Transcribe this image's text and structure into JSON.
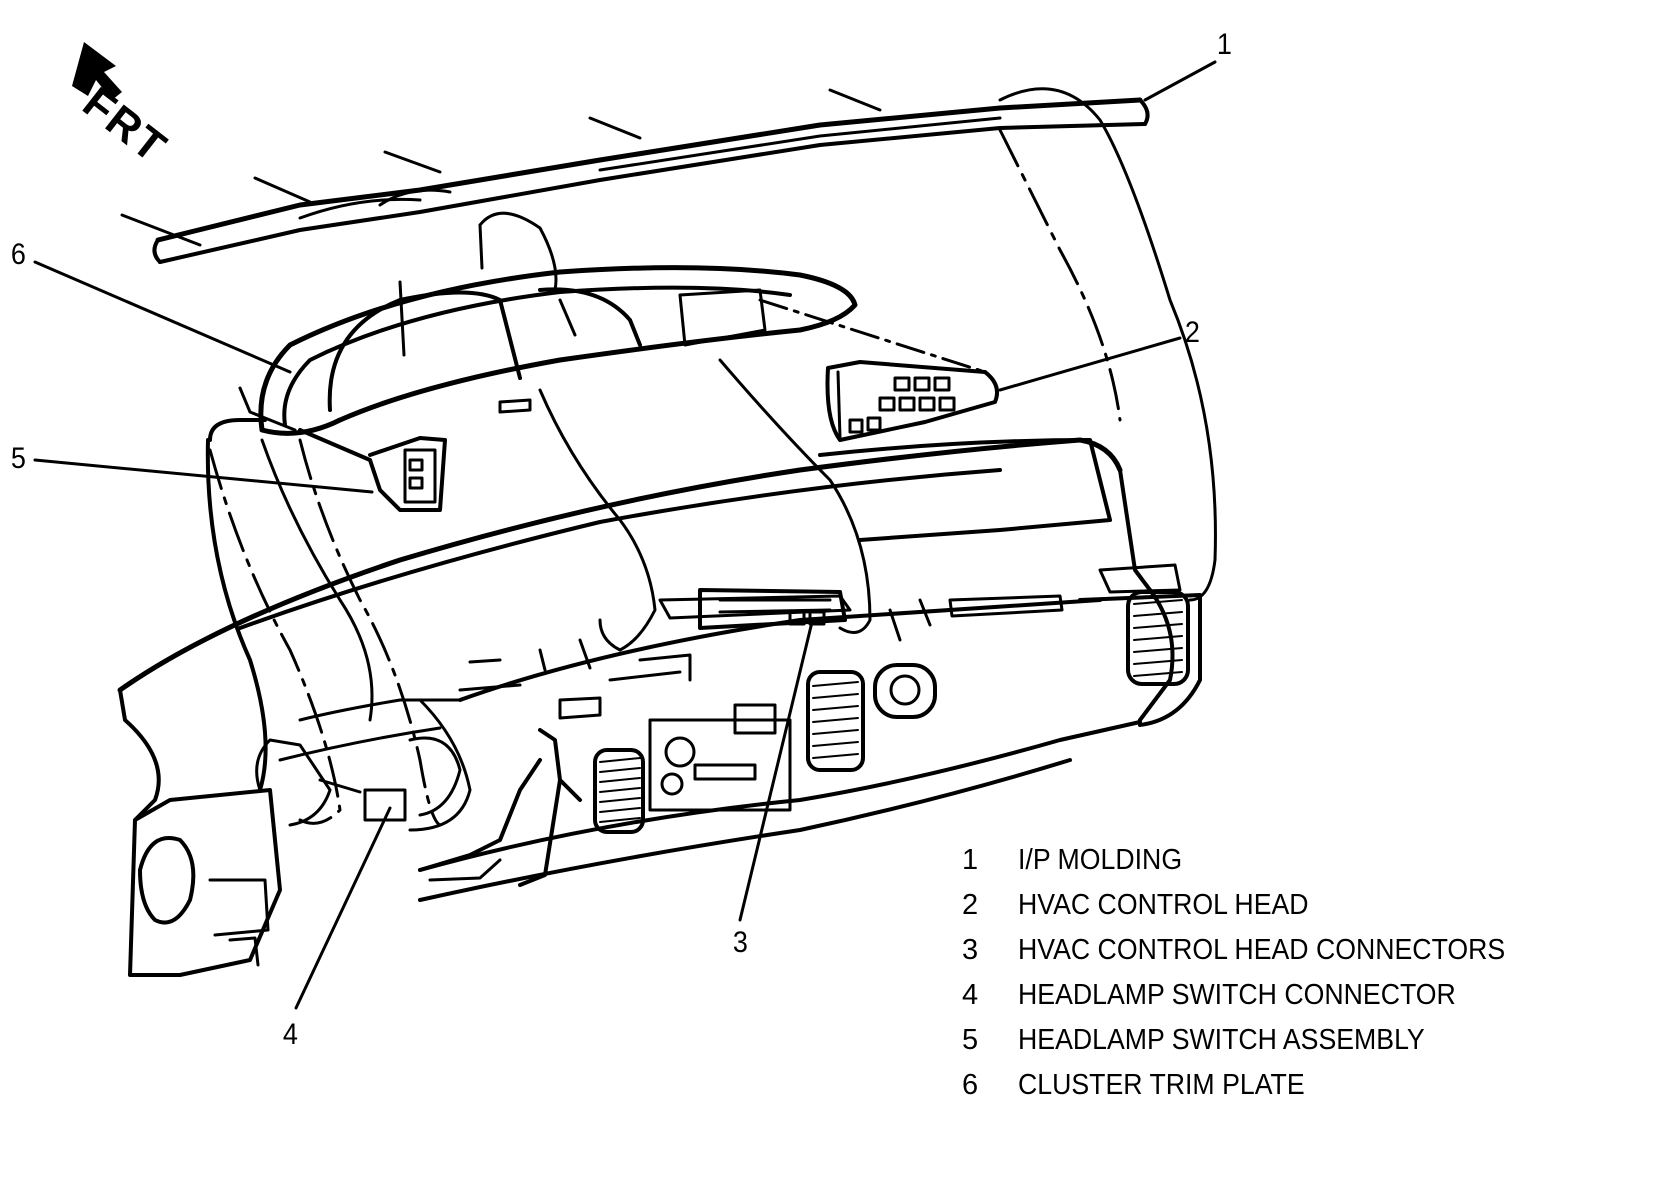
{
  "direction_label": "FRT",
  "callouts": [
    {
      "id": "c1",
      "number": "1"
    },
    {
      "id": "c2",
      "number": "2"
    },
    {
      "id": "c3",
      "number": "3"
    },
    {
      "id": "c4",
      "number": "4"
    },
    {
      "id": "c5",
      "number": "5"
    },
    {
      "id": "c6",
      "number": "6"
    }
  ],
  "legend": [
    {
      "number": "1",
      "text": "I/P MOLDING"
    },
    {
      "number": "2",
      "text": "HVAC CONTROL HEAD"
    },
    {
      "number": "3",
      "text": "HVAC CONTROL HEAD CONNECTORS"
    },
    {
      "number": "4",
      "text": "HEADLAMP SWITCH CONNECTOR"
    },
    {
      "number": "5",
      "text": "HEADLAMP SWITCH ASSEMBLY"
    },
    {
      "number": "6",
      "text": "CLUSTER TRIM PLATE"
    }
  ]
}
